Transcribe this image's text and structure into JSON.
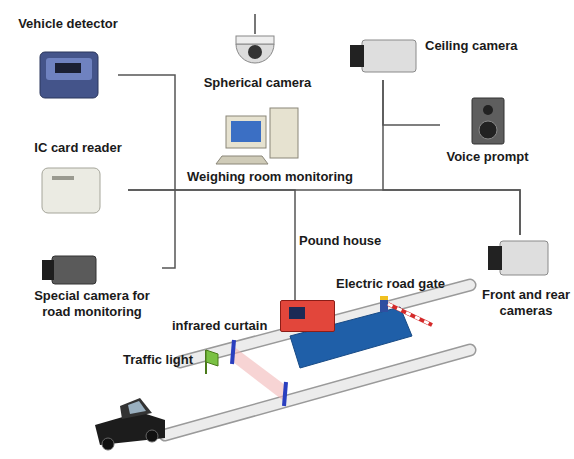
{
  "diagram": {
    "nodes": [
      {
        "text": [
          "Vehicle detector"
        ]
      },
      {
        "text": [
          "Spherical camera"
        ]
      },
      {
        "text": [
          "Ceiling camera"
        ]
      },
      {
        "text": [
          "Weighing room monitoring"
        ]
      },
      {
        "text": [
          "Voice prompt"
        ]
      },
      {
        "text": [
          "IC card reader"
        ]
      },
      {
        "text": [
          "Special camera for road monitoring"
        ]
      },
      {
        "text": [
          "Pound house"
        ]
      },
      {
        "text": [
          "Front and rear cameras"
        ]
      }
    ],
    "edges": [
      {
        "from": 0,
        "to": 6,
        "arrow": "none"
      },
      {
        "from": 5,
        "to": 8,
        "arrow": "none"
      },
      {
        "from": 2,
        "to": 4,
        "arrow": "none"
      },
      {
        "from": 2,
        "to": 8,
        "arrow": "none"
      },
      {
        "from": 5,
        "to": 7,
        "arrow": "none"
      }
    ],
    "labels": [
      "infrared curtain",
      "Traffic light",
      "Electric road gate"
    ]
  }
}
